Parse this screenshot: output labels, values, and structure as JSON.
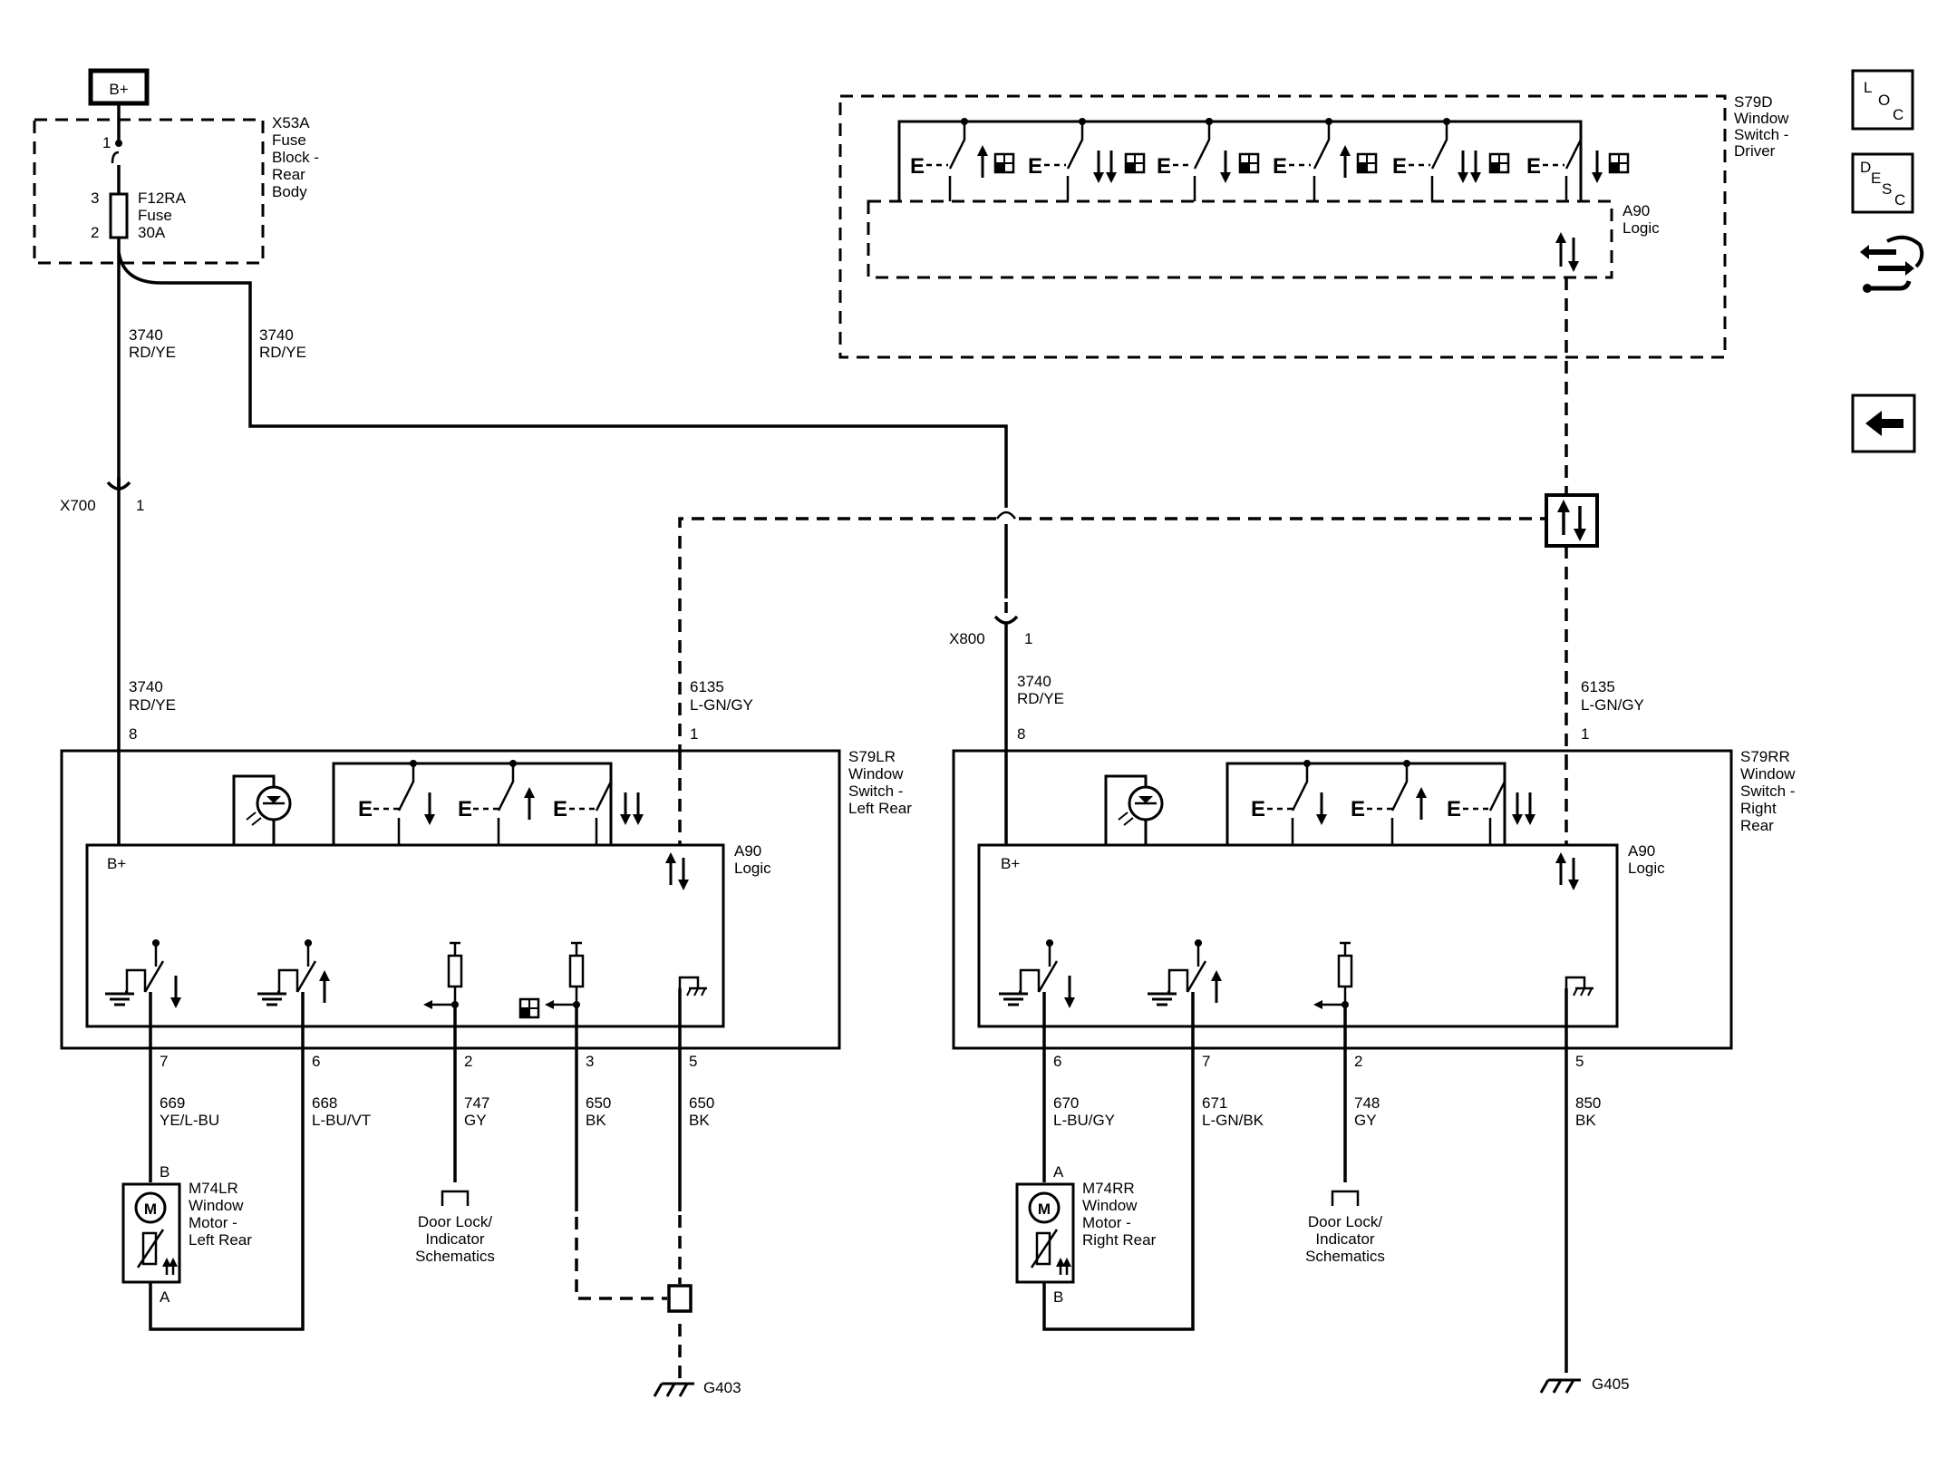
{
  "power": {
    "label": "B+"
  },
  "fuse_block": {
    "name": [
      "X53A",
      "Fuse",
      "Block -",
      "Rear",
      "Body"
    ],
    "fuse": [
      "F12RA",
      "Fuse",
      "30A"
    ],
    "pins": {
      "p1": "1",
      "p3": "3",
      "p2": "2"
    }
  },
  "driver_switch": {
    "name": [
      "S79D",
      "Window",
      "Switch -",
      "Driver"
    ],
    "logic": [
      "A90",
      "Logic"
    ]
  },
  "wires": {
    "w3740_num": "3740",
    "w3740_col": "RD/YE",
    "w6135_num": "6135",
    "w6135_col": "L-GN/GY"
  },
  "connectors": {
    "x700": "X700",
    "x700_pin": "1",
    "x800": "X800",
    "x800_pin": "1"
  },
  "left_rear": {
    "name": [
      "S79LR",
      "Window",
      "Switch -",
      "Left Rear"
    ],
    "logic": [
      "A90",
      "Logic"
    ],
    "bplus": "B+",
    "pin_top_power": "8",
    "pin_top_data": "1",
    "pins_bottom": [
      "7",
      "6",
      "2",
      "3",
      "5"
    ],
    "wire_nums": [
      "669",
      "668",
      "747",
      "650",
      "650"
    ],
    "wire_cols": [
      "YE/L-BU",
      "L-BU/VT",
      "GY",
      "BK",
      "BK"
    ],
    "motor": [
      "M74LR",
      "Window",
      "Motor -",
      "Left Rear"
    ],
    "motor_pin_top": "B",
    "motor_pin_bottom": "A",
    "door_lock": [
      "Door Lock/",
      "Indicator",
      "Schematics"
    ],
    "ground": "G403"
  },
  "right_rear": {
    "name": [
      "S79RR",
      "Window",
      "Switch -",
      "Right",
      "Rear"
    ],
    "logic": [
      "A90",
      "Logic"
    ],
    "bplus": "B+",
    "pin_top_power": "8",
    "pin_top_data": "1",
    "pins_bottom": [
      "6",
      "7",
      "2",
      "5"
    ],
    "wire_nums": [
      "670",
      "671",
      "748",
      "850"
    ],
    "wire_cols": [
      "L-BU/GY",
      "L-GN/BK",
      "GY",
      "BK"
    ],
    "motor": [
      "M74RR",
      "Window",
      "Motor -",
      "Right Rear"
    ],
    "motor_pin_top": "A",
    "motor_pin_bottom": "B",
    "door_lock": [
      "Door Lock/",
      "Indicator",
      "Schematics"
    ],
    "ground": "G405"
  },
  "motor_symbol": "M",
  "switch_letter": "E",
  "nav": {
    "loc": [
      "L",
      "O",
      "C"
    ],
    "desc": [
      "D",
      "E",
      "S",
      "C"
    ]
  },
  "icons": [
    "loc-button-icon",
    "desc-button-icon",
    "connector-view-icon",
    "back-arrow-icon"
  ]
}
